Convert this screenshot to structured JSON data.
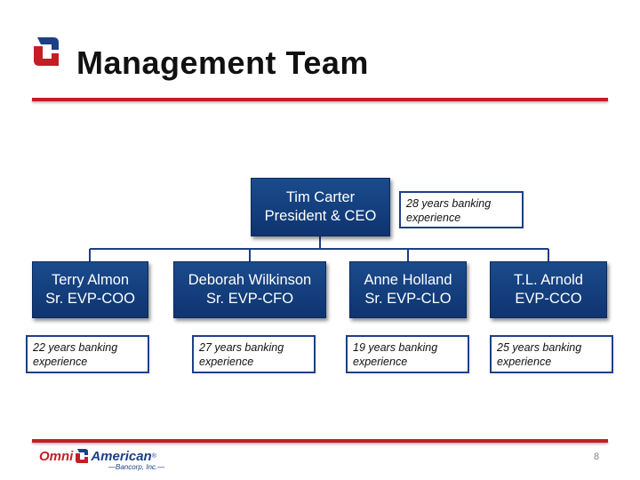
{
  "slide": {
    "title": "Management Team",
    "page_number": "8"
  },
  "org_chart": {
    "root": {
      "name": "Tim Carter",
      "role": "President & CEO",
      "note_line1": "28 years banking",
      "note_line2": "experience"
    },
    "reports": [
      {
        "name": "Terry Almon",
        "role": "Sr. EVP-COO",
        "note_line1": "22 years banking",
        "note_line2": "experience"
      },
      {
        "name": "Deborah Wilkinson",
        "role": "Sr. EVP-CFO",
        "note_line1": "27 years banking",
        "note_line2": "experience"
      },
      {
        "name": "Anne Holland",
        "role": "Sr. EVP-CLO",
        "note_line1": "19 years banking",
        "note_line2": "experience"
      },
      {
        "name": "T.L. Arnold",
        "role": "EVP-CCO",
        "note_line1": "25 years banking",
        "note_line2": "experience"
      }
    ]
  },
  "footer": {
    "logo_word1": "Omni",
    "logo_word2": "American",
    "logo_registered": "®",
    "logo_subtitle": "—Bancorp, Inc.—"
  },
  "colors": {
    "brand_red": "#c41e24",
    "brand_blue": "#1c3f86",
    "box_blue": "#1b4b8c"
  },
  "icons": {
    "header_logo": "omniamerican-logo-mark",
    "footer_logo": "omniamerican-logo"
  }
}
